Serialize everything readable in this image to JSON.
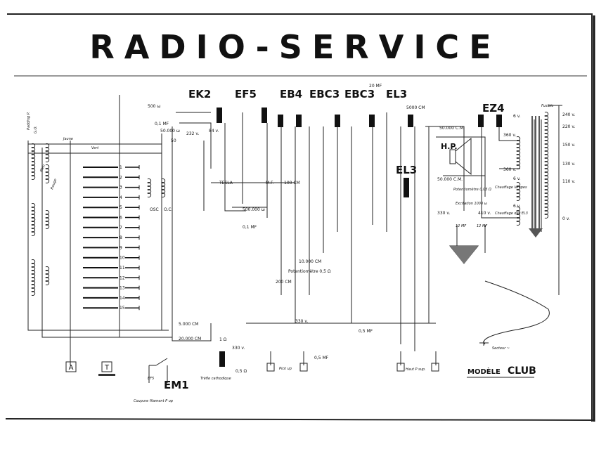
{
  "title": "RADIO-SERVICE",
  "model": {
    "prefix": "MODÈLE",
    "name": "CLUB"
  },
  "tubes": [
    "EK2",
    "EF5",
    "EB4",
    "EBC3",
    "EBC3",
    "EL3",
    "EZ4",
    "EL3",
    "EM1"
  ],
  "wire_colors": [
    "Jaune",
    "Vert",
    "Rouge",
    "Bleu"
  ],
  "switch_positions": [
    "1",
    "2",
    "3",
    "4",
    "5",
    "6",
    "7",
    "8",
    "9",
    "10",
    "11",
    "12",
    "13",
    "14",
    "15"
  ],
  "components": {
    "padding": "Padding P.",
    "padding_go": "G.O.",
    "osc": "OSC",
    "oc": "O.C.",
    "r_500": "500 ω",
    "c_01": "0,1 MF",
    "r_50000": "50.000 ω",
    "c_50": "50",
    "v_84": "84 v.",
    "v_232": "232 v.",
    "tesla": "TESLA",
    "mf": "M.F.",
    "r_500000": "500.000 ω",
    "c_01b": "0,1 MF",
    "c_100": "100 CM",
    "c_10000": "10.000 CM",
    "potentiometre": "Potentiomètre 0,5 Ω",
    "c_200": "200 CM",
    "v_330": "330 v.",
    "c_05": "0,5 MF",
    "c_20": "20 MF",
    "c_5000": "5000 CM",
    "c_50000a": "50.000 C.M.",
    "hp": "H.P.",
    "c_50000b": "50.000 C.M.",
    "potentiometre2": "Potentiomètre 0,05 Ω",
    "excitation": "Excitation 1000 ω",
    "v_330b": "330 v.",
    "v_410": "410 v.",
    "c_12a": "12 MF",
    "c_12b": "12 MF",
    "v_360a": "360 v.",
    "v_360b": "360 v.",
    "v_6a": "6 v.",
    "v_6b": "6 v.",
    "v_6c": "6 v.",
    "chauffage_lampes": "Chauffage lampes",
    "chauffage_el3": "Chauffage des EL3",
    "fusible": "Fusible",
    "taps": [
      "240 v.",
      "220 v.",
      "150 v.",
      "130 v.",
      "110 v.",
      "0 v."
    ],
    "secteur": "Secteur ~",
    "pickup": "Pick up",
    "hautparleur": "Haut P sup.",
    "coupure": "Coupure filament P up",
    "ef5_switch": "EF5",
    "trefle": "Trèfle cathodique",
    "r_1": "1 Ω",
    "v_330c": "330 v.",
    "r_05": "0,5 Ω",
    "c_05b": "0,5 MF",
    "c_5000b": "5.000 CM",
    "c_20000": "20.000 CM",
    "terminal_a": "A",
    "terminal_t": "T"
  }
}
